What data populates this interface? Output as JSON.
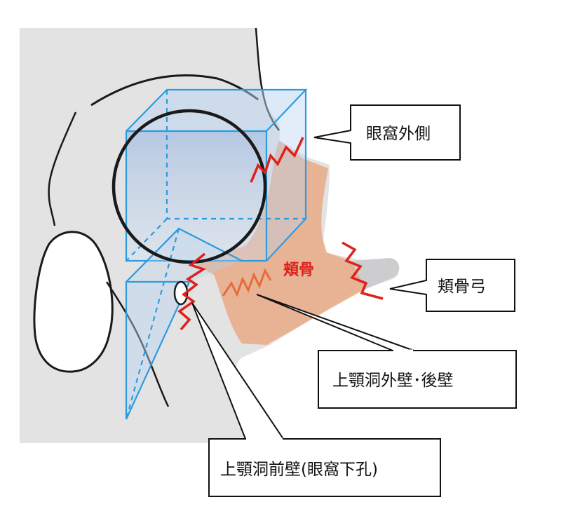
{
  "labels": {
    "orbit_lateral": "眼窩外側",
    "zygoma": "頬骨",
    "zygomatic_arch": "頬骨弓",
    "maxillary_lateral_posterior_wall": "上顎洞外壁･後壁",
    "maxillary_anterior_wall": "上顎洞前壁(眼窩下孔)"
  },
  "colors": {
    "skull_fill": "#e3e3e4",
    "bone_outline": "#1a1a1a",
    "cube_outline": "#2b9be0",
    "cube_fill": "#aac8ec",
    "zygoma_fill": "#e8a883",
    "fracture_line": "#e0201c",
    "spring_line": "#e86a3c",
    "zygoma_label": "#e0201c",
    "callout_border": "#111111",
    "callout_fill": "#ffffff"
  }
}
